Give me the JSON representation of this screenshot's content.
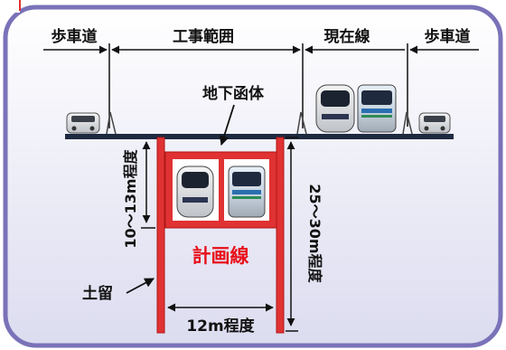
{
  "labels": {
    "sidewalk_left": "歩車道",
    "construction_range": "工事範囲",
    "current_line": "現在線",
    "sidewalk_right": "歩車道",
    "underground_box": "地下函体",
    "depth_range": "10～13m程度",
    "total_depth": "25～30m程度",
    "planned_line": "計画線",
    "retaining_wall": "土留",
    "width": "12m程度"
  },
  "colors": {
    "frame_border": "#7a72b8",
    "wall_red": "#e03232",
    "wall_outline": "#b01818",
    "planned_line_text": "#e8101a",
    "road": "#1e2a40"
  }
}
